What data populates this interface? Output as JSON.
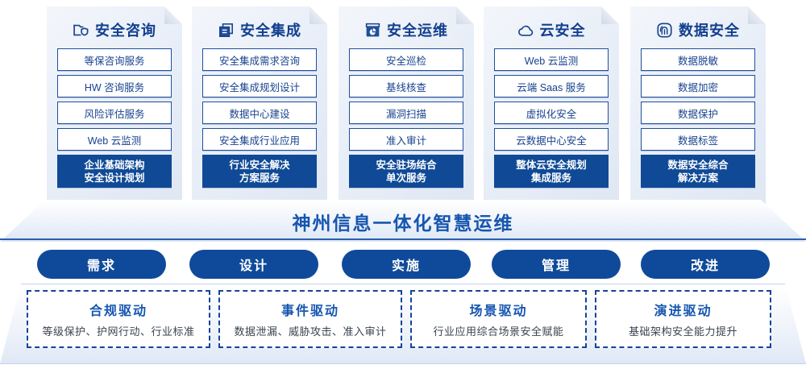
{
  "columns": [
    {
      "icon": "folder-shield-icon",
      "title": "安全咨询",
      "items": [
        "等保咨询服务",
        "HW 咨询服务",
        "风险评估服务",
        "Web 云监测"
      ],
      "highlight": [
        "企业基础架构",
        "安全设计规划"
      ]
    },
    {
      "icon": "stacked-documents-icon",
      "title": "安全集成",
      "items": [
        "安全集成需求咨询",
        "安全集成规划设计",
        "数据中心建设",
        "安全集成行业应用"
      ],
      "highlight": [
        "行业安全解决",
        "方案服务"
      ]
    },
    {
      "icon": "monitor-chart-icon",
      "title": "安全运维",
      "items": [
        "安全巡检",
        "基线核查",
        "漏洞扫描",
        "准入审计"
      ],
      "highlight": [
        "安全驻场结合",
        "单次服务"
      ]
    },
    {
      "icon": "cloud-icon",
      "title": "云安全",
      "items": [
        "Web 云监测",
        "云端 Saas 服务",
        "虚拟化安全",
        "云数据中心安全"
      ],
      "highlight": [
        "整体云安全规划",
        "集成服务"
      ]
    },
    {
      "icon": "fingerprint-icon",
      "title": "数据安全",
      "items": [
        "数据脱敏",
        "数据加密",
        "数据保护",
        "数据标签"
      ],
      "highlight": [
        "数据安全综合",
        "解决方案"
      ]
    }
  ],
  "banner": {
    "title": "神州信息一体化智慧运维"
  },
  "pills": [
    "需求",
    "设计",
    "实施",
    "管理",
    "改进"
  ],
  "drivers": [
    {
      "title": "合规驱动",
      "subtitle": "等级保护、护网行动、行业标准"
    },
    {
      "title": "事件驱动",
      "subtitle": "数据泄漏、威胁攻击、准入审计"
    },
    {
      "title": "场景驱动",
      "subtitle": "行业应用综合场景安全赋能"
    },
    {
      "title": "演进驱动",
      "subtitle": "基础架构安全能力提升"
    }
  ],
  "colors": {
    "primary": "#104a96",
    "title_blue": "#1656b0",
    "border_blue": "#1f4f9c",
    "text_blue": "#17428e"
  }
}
